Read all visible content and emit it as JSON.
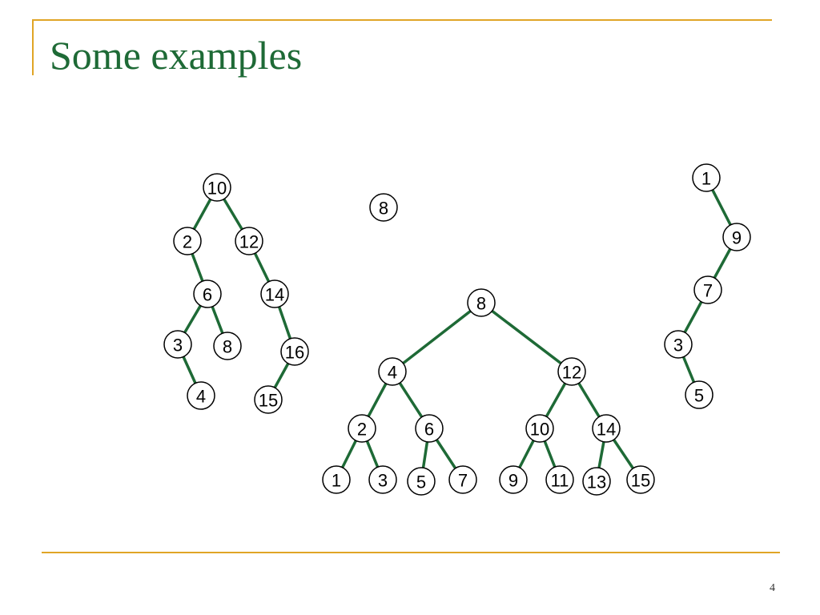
{
  "slide": {
    "title": "Some examples",
    "page_number": "4"
  },
  "colors": {
    "accent_rule": "#E0A526",
    "title": "#1E6A36",
    "edge": "#1E6A36",
    "node_stroke": "#000000",
    "node_fill": "#FFFFFF"
  },
  "trees": [
    {
      "id": "tree-a",
      "nodes": [
        {
          "id": "a10",
          "label": "10"
        },
        {
          "id": "a2",
          "label": "2"
        },
        {
          "id": "a12",
          "label": "12"
        },
        {
          "id": "a6",
          "label": "6"
        },
        {
          "id": "a14",
          "label": "14"
        },
        {
          "id": "a3",
          "label": "3"
        },
        {
          "id": "a8",
          "label": "8"
        },
        {
          "id": "a16",
          "label": "16"
        },
        {
          "id": "a4",
          "label": "4"
        },
        {
          "id": "a15",
          "label": "15"
        }
      ],
      "edges": [
        [
          "a10",
          "a2"
        ],
        [
          "a10",
          "a12"
        ],
        [
          "a2",
          "a6"
        ],
        [
          "a12",
          "a14"
        ],
        [
          "a6",
          "a3"
        ],
        [
          "a6",
          "a8"
        ],
        [
          "a14",
          "a16"
        ],
        [
          "a3",
          "a4"
        ],
        [
          "a16",
          "a15"
        ]
      ]
    },
    {
      "id": "tree-b",
      "nodes": [
        {
          "id": "b8",
          "label": "8"
        }
      ],
      "edges": []
    },
    {
      "id": "tree-c",
      "nodes": [
        {
          "id": "c8",
          "label": "8"
        },
        {
          "id": "c4",
          "label": "4"
        },
        {
          "id": "c12",
          "label": "12"
        },
        {
          "id": "c2",
          "label": "2"
        },
        {
          "id": "c6",
          "label": "6"
        },
        {
          "id": "c10",
          "label": "10"
        },
        {
          "id": "c14",
          "label": "14"
        },
        {
          "id": "c1",
          "label": "1"
        },
        {
          "id": "c3",
          "label": "3"
        },
        {
          "id": "c5",
          "label": "5"
        },
        {
          "id": "c7",
          "label": "7"
        },
        {
          "id": "c9",
          "label": "9"
        },
        {
          "id": "c11",
          "label": "11"
        },
        {
          "id": "c13",
          "label": "13"
        },
        {
          "id": "c15",
          "label": "15"
        }
      ],
      "edges": [
        [
          "c8",
          "c4"
        ],
        [
          "c8",
          "c12"
        ],
        [
          "c4",
          "c2"
        ],
        [
          "c4",
          "c6"
        ],
        [
          "c12",
          "c10"
        ],
        [
          "c12",
          "c14"
        ],
        [
          "c2",
          "c1"
        ],
        [
          "c2",
          "c3"
        ],
        [
          "c6",
          "c5"
        ],
        [
          "c6",
          "c7"
        ],
        [
          "c10",
          "c9"
        ],
        [
          "c10",
          "c11"
        ],
        [
          "c14",
          "c13"
        ],
        [
          "c14",
          "c15"
        ]
      ]
    },
    {
      "id": "tree-d",
      "nodes": [
        {
          "id": "d1",
          "label": "1"
        },
        {
          "id": "d9",
          "label": "9"
        },
        {
          "id": "d7",
          "label": "7"
        },
        {
          "id": "d3",
          "label": "3"
        },
        {
          "id": "d5",
          "label": "5"
        }
      ],
      "edges": [
        [
          "d1",
          "d9"
        ],
        [
          "d9",
          "d7"
        ],
        [
          "d7",
          "d3"
        ],
        [
          "d3",
          "d5"
        ]
      ]
    }
  ]
}
